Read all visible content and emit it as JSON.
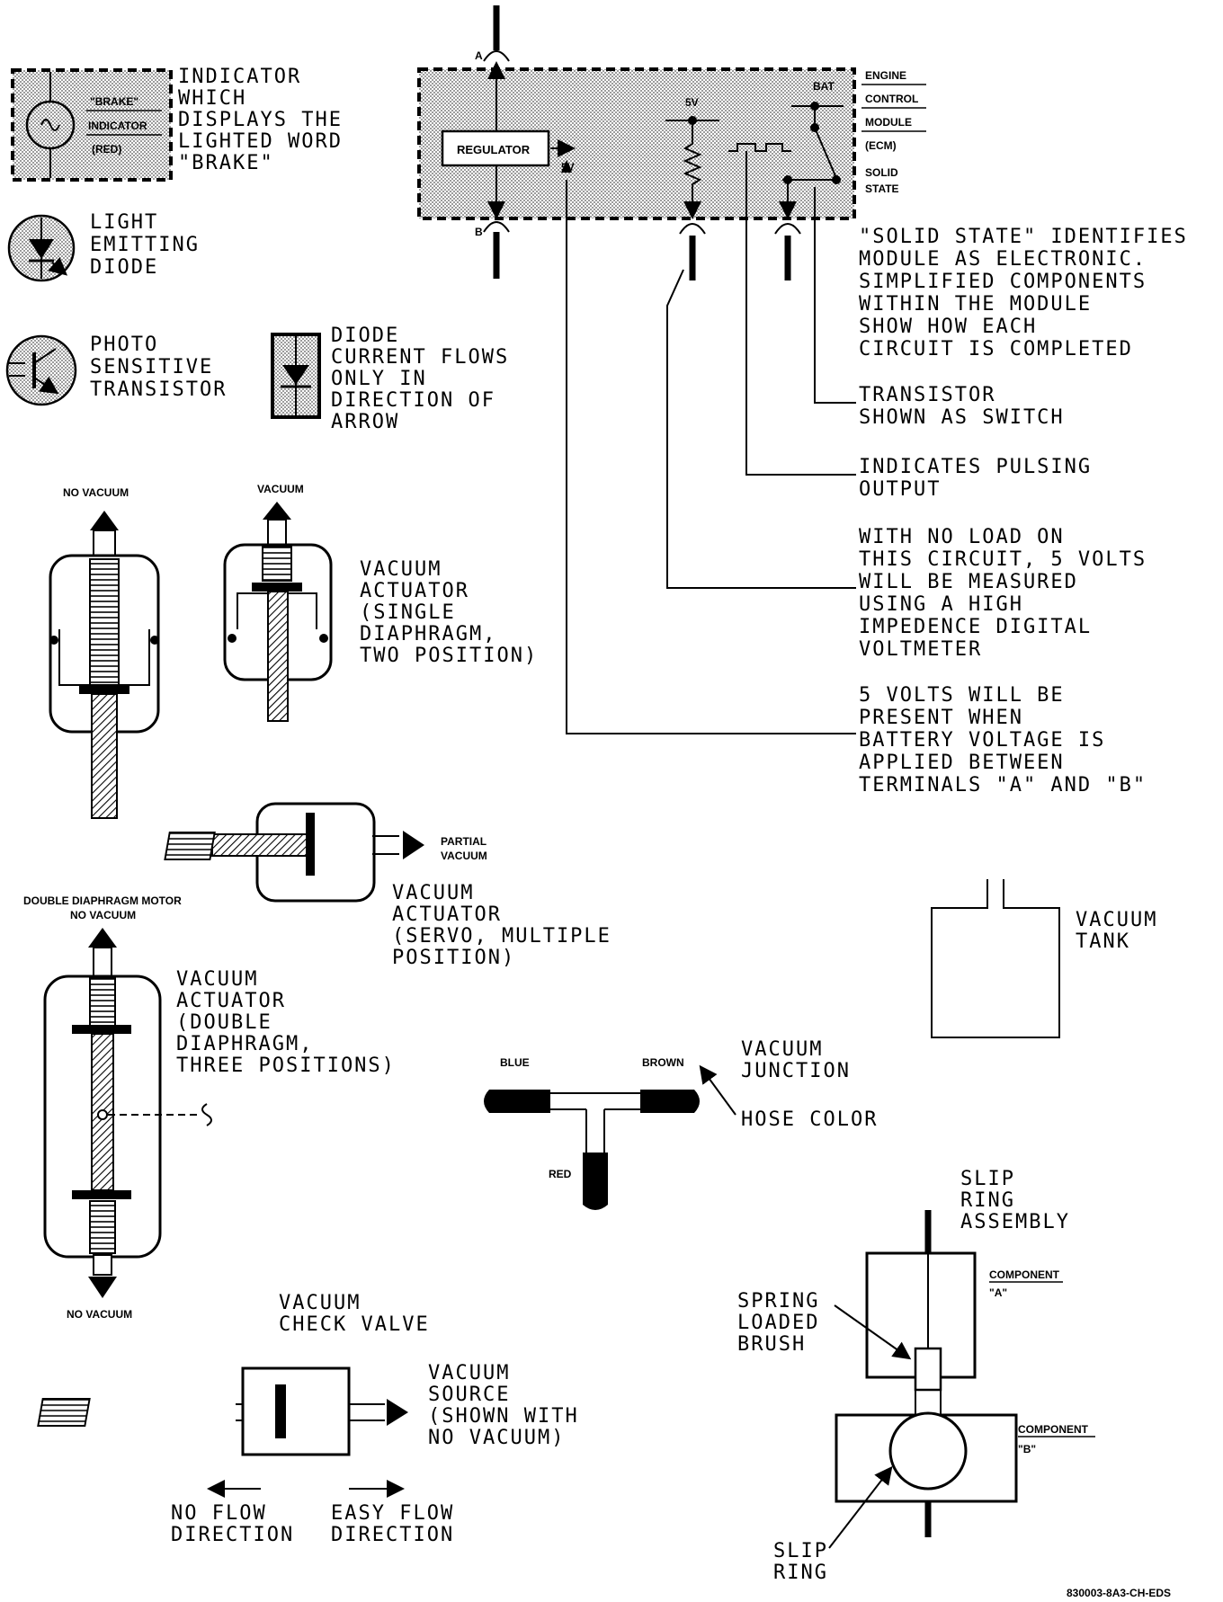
{
  "legend": {
    "brake_indicator": {
      "inner_labels": [
        "\"BRAKE\"",
        "INDICATOR",
        "(RED)"
      ],
      "caption": [
        "INDICATOR",
        "WHICH",
        "DISPLAYS THE",
        "LIGHTED WORD",
        "\"BRAKE\""
      ]
    },
    "led": {
      "caption": [
        "LIGHT",
        "EMITTING",
        "DIODE"
      ]
    },
    "photo_transistor": {
      "caption": [
        "PHOTO",
        "SENSITIVE",
        "TRANSISTOR"
      ]
    },
    "diode": {
      "caption": [
        "DIODE",
        "CURRENT FLOWS",
        "ONLY IN",
        "DIRECTION OF",
        "ARROW"
      ]
    }
  },
  "ecm": {
    "terminal_a": "A",
    "terminal_b": "B",
    "regulator": "REGULATOR",
    "v5_inner": "5V",
    "v5_top": "5V",
    "bat": "BAT",
    "module_name": [
      "ENGINE",
      "CONTROL",
      "MODULE",
      "(ECM)"
    ],
    "solid_state": [
      "SOLID",
      "STATE"
    ]
  },
  "callouts": {
    "solid_state_note": [
      "\"SOLID STATE\" IDENTIFIES",
      "MODULE AS ELECTRONIC.",
      "SIMPLIFIED COMPONENTS",
      "WITHIN THE MODULE",
      "SHOW HOW EACH",
      "CIRCUIT IS COMPLETED"
    ],
    "transistor": [
      "TRANSISTOR",
      "SHOWN AS SWITCH"
    ],
    "pulsing": [
      "INDICATES PULSING",
      "OUTPUT"
    ],
    "no_load": [
      "WITH NO LOAD ON",
      "THIS CIRCUIT, 5 VOLTS",
      "WILL BE MEASURED",
      "USING A HIGH",
      "IMPEDENCE DIGITAL",
      "VOLTMETER"
    ],
    "five_volts": [
      "5 VOLTS WILL BE",
      "PRESENT WHEN",
      "BATTERY VOLTAGE IS",
      "APPLIED BETWEEN",
      "TERMINALS \"A\" AND \"B\""
    ]
  },
  "actuators": {
    "no_vacuum_top": "NO VACUUM",
    "vacuum_top": "VACUUM",
    "single": [
      "VACUUM",
      "ACTUATOR",
      "(SINGLE",
      "DIAPHRAGM,",
      "TWO POSITION)"
    ],
    "partial_vacuum": [
      "PARTIAL",
      "VACUUM"
    ],
    "servo": [
      "VACUUM",
      "ACTUATOR",
      "(SERVO, MULTIPLE",
      "POSITION)"
    ],
    "double_motor": [
      "DOUBLE DIAPHRAGM MOTOR",
      "NO VACUUM"
    ],
    "double": [
      "VACUUM",
      "ACTUATOR",
      "(DOUBLE",
      "DIAPHRAGM,",
      "THREE POSITIONS)"
    ],
    "no_vacuum_bottom": "NO VACUUM"
  },
  "vacuum_tank": [
    "VACUUM",
    "TANK"
  ],
  "junction": {
    "blue": "BLUE",
    "brown": "BROWN",
    "red": "RED",
    "title": [
      "VACUUM",
      "JUNCTION"
    ],
    "hose_color": "HOSE COLOR"
  },
  "check_valve": {
    "title": [
      "VACUUM",
      "CHECK VALVE"
    ],
    "source": [
      "VACUUM",
      "SOURCE",
      "(SHOWN WITH",
      "NO VACUUM)"
    ],
    "no_flow": [
      "NO FLOW",
      "DIRECTION"
    ],
    "easy_flow": [
      "EASY FLOW",
      "DIRECTION"
    ]
  },
  "slip_ring": {
    "title": [
      "SLIP",
      "RING",
      "ASSEMBLY"
    ],
    "component_a": [
      "COMPONENT",
      "\"A\""
    ],
    "component_b": [
      "COMPONENT",
      "\"B\""
    ],
    "brush": [
      "SPRING",
      "LOADED",
      "BRUSH"
    ],
    "ring": [
      "SLIP",
      "RING"
    ]
  },
  "figure_id": "830003-8A3-CH-EDS"
}
